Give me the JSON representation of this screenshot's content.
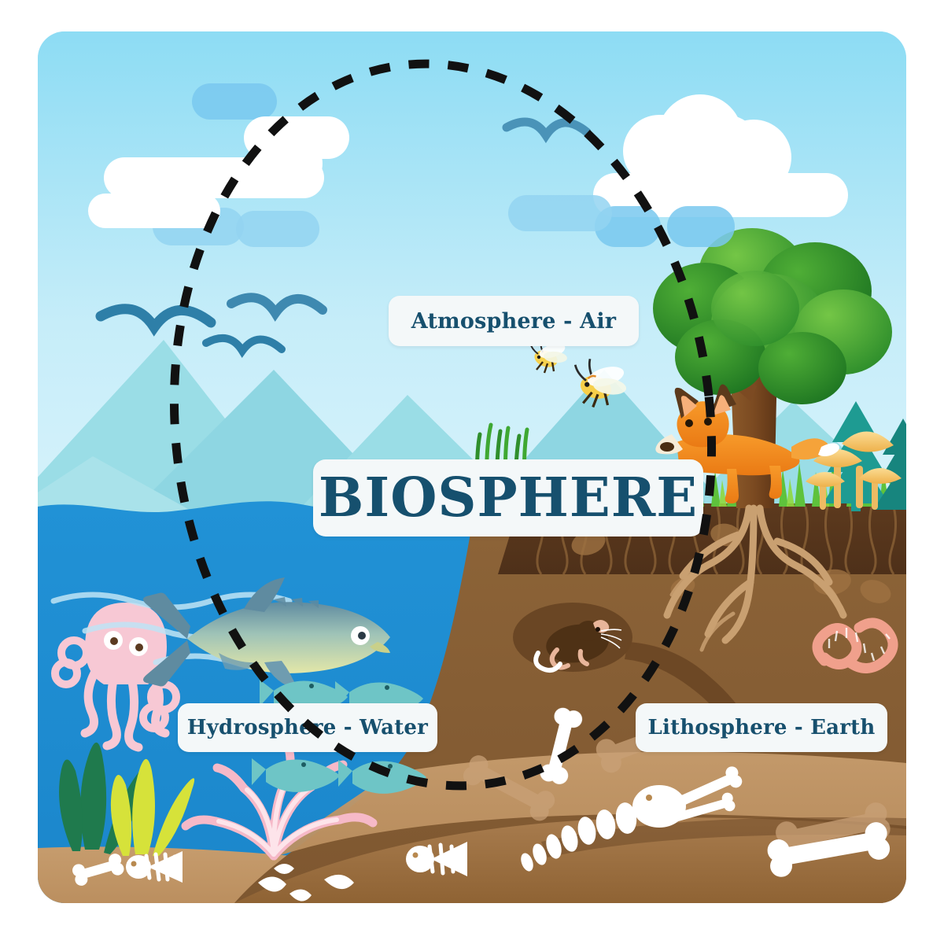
{
  "diagram": {
    "title": "BIOSPHERE",
    "labels": {
      "atmosphere": "Atmosphere - Air",
      "hydrosphere": "Hydrosphere - Water",
      "lithosphere": "Lithosphere - Earth"
    }
  },
  "colors": {
    "label_text": "#16506e",
    "label_background": "#f4f8f9",
    "sky_top": "#8ddcf4",
    "sky_bottom": "#d8f3fb",
    "water": "#1e8fd4",
    "mountain": "#7fd0d8",
    "mountain_far": "#9adde6",
    "topsoil": "#5a3a20",
    "subsoil": "#8a6239",
    "sand": "#c49a6c",
    "deep_soil": "#9b7246",
    "grass": "#5bbf3a",
    "tree_canopy": "#3ea832",
    "tree_trunk": "#7c4a22",
    "fox": "#f0881f",
    "octopus": "#f7c8d4",
    "coral": "#f6b9c8",
    "worm": "#e8a08e",
    "bone": "#ffffff",
    "buried_bone": "#c9a077",
    "dashed_circle": "#111111",
    "conifer": "#1e9b92",
    "mushroom": "#f7cb70",
    "seaweed_green": "#1f7a4d",
    "seaweed_yellow": "#d6e23a"
  },
  "scene": {
    "sky": {
      "name": "atmosphere-layer",
      "birds_count": 4,
      "bees_count": 2,
      "clouds_count": 9
    },
    "land": {
      "name": "lithosphere-layer",
      "tree": "deciduous-tree",
      "animals": [
        "fox",
        "mole",
        "earthworm"
      ],
      "plants": [
        "grass",
        "mushrooms",
        "conifers"
      ],
      "soil_layers": [
        "topsoil",
        "subsoil",
        "sand",
        "deep-soil"
      ],
      "fossils": [
        "bone",
        "skeleton",
        "fish-skeleton"
      ]
    },
    "water": {
      "name": "hydrosphere-layer",
      "animals": [
        "octopus",
        "tuna",
        "small-fish-school"
      ],
      "plants": [
        "seaweed",
        "coral"
      ]
    },
    "overlay": {
      "name": "biosphere-boundary",
      "style": "dashed-circle"
    }
  }
}
